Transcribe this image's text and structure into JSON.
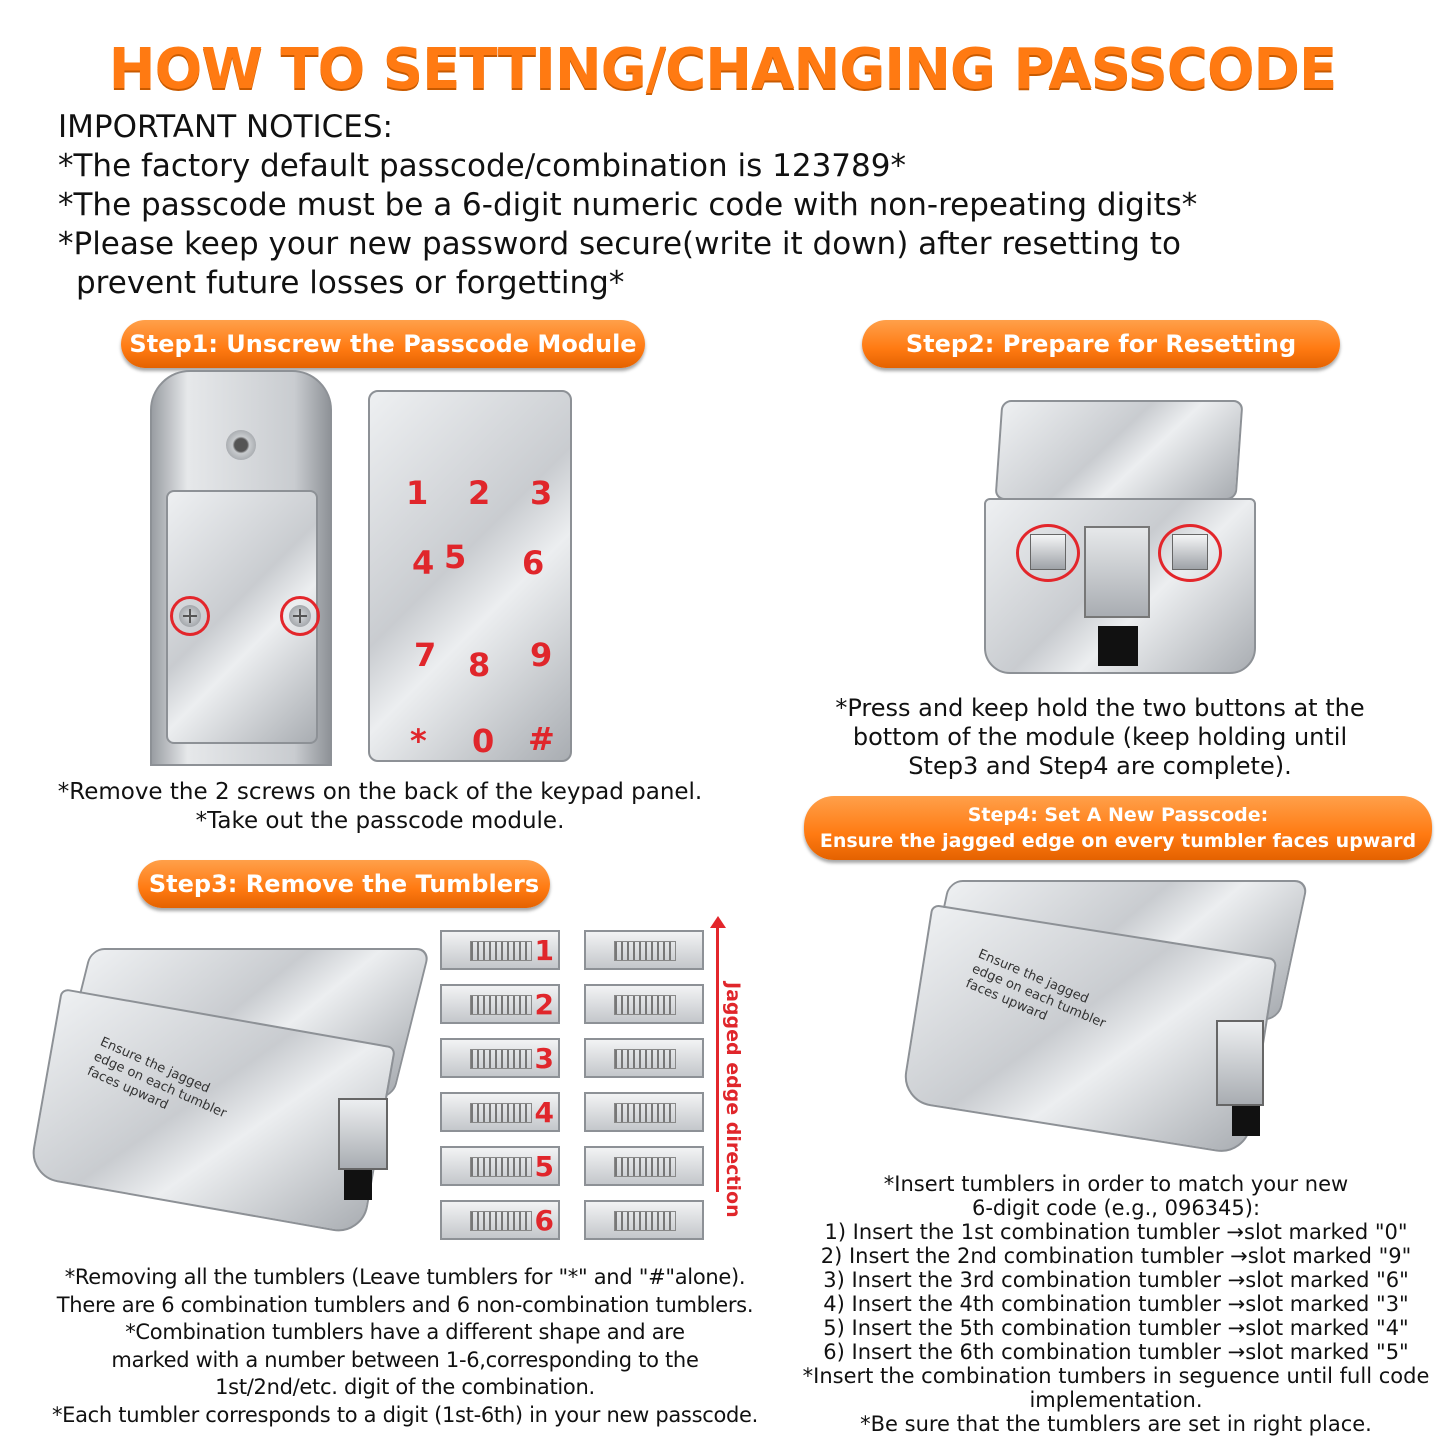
{
  "title": "HOW TO SETTING/CHANGING PASSCODE",
  "notices": {
    "heading": "IMPORTANT NOTICES:",
    "line1": "*The factory default passcode/combination is 123789*",
    "line2": "*The passcode must be a 6-digit numeric code with non-repeating digits*",
    "line3a": "*Please keep your new password secure(write it down) after resetting to",
    "line3b": "prevent future losses or forgetting*"
  },
  "step1": {
    "label": "Step1: Unscrew the Passcode Module",
    "caption1": "*Remove the 2 screws on the back  of the keypad panel.",
    "caption2": "*Take out the passcode module.",
    "keypad": [
      "1",
      "2",
      "3",
      "4",
      "5",
      "6",
      "7",
      "8",
      "9",
      "*",
      "0",
      "#"
    ]
  },
  "step2": {
    "label": "Step2: Prepare for Resetting",
    "caption1": "*Press and keep hold the two buttons at the",
    "caption2": "bottom of the module (keep holding until",
    "caption3": "Step3 and Step4 are complete)."
  },
  "step3": {
    "label": "Step3: Remove the Tumblers",
    "jagged_label": "Jagged edge direction",
    "module_text": "Ensure the jagged edge on each tumbler faces upward",
    "tumblers": [
      "1",
      "2",
      "3",
      "4",
      "5",
      "6"
    ],
    "caption1": "*Removing all the tumblers (Leave tumblers for \"*\" and \"#\"alone).",
    "caption2": "There are 6 combination tumblers and 6 non-combination tumblers.",
    "caption3": "*Combination tumblers have a different shape and are",
    "caption4": "marked with  a number between 1-6,corresponding to the",
    "caption5": "1st/2nd/etc. digit of the combination.",
    "caption6": "*Each tumbler corresponds to a digit (1st-6th) in your new passcode."
  },
  "step4": {
    "label1": "Step4: Set A New Passcode:",
    "label2": "Ensure the jagged edge on every tumbler faces upward",
    "module_text": "Ensure the jagged edge on each tumbler faces upward",
    "intro1": "*Insert tumblers in order to match your new",
    "intro2": "6-digit code (e.g., 096345):",
    "items": [
      "1) Insert the 1st combination tumbler →slot marked \"0\"",
      "2) Insert the 2nd combination tumbler →slot marked \"9\"",
      "3) Insert the 3rd combination tumbler →slot marked \"6\"",
      "4) Insert the 4th combination tumbler →slot marked \"3\"",
      "5) Insert the 5th combination tumbler →slot marked \"4\"",
      "6) Insert the 6th combination tumbler →slot marked \"5\""
    ],
    "note1": "*Insert the combination tumbers in seguence until full code",
    "note2": "implementation.",
    "note3": "*Be sure that the tumblers are set in right place."
  },
  "colors": {
    "accent": "#ff7a12",
    "marker": "#e3262b"
  }
}
